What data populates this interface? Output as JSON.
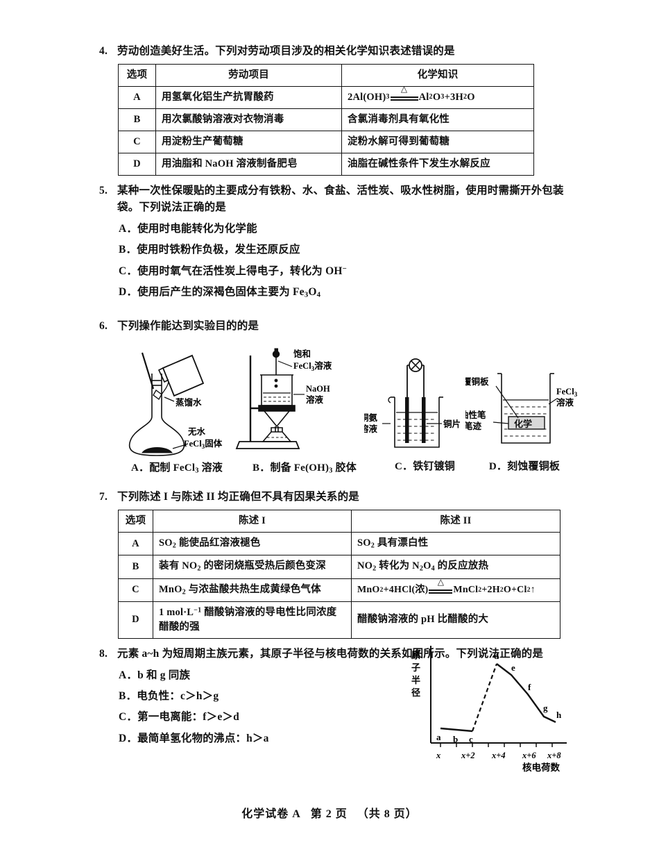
{
  "page": {
    "footer_label": "化学试卷 A",
    "footer_page": "第 2 页",
    "footer_total": "（共 8 页）"
  },
  "q4": {
    "number": "4.",
    "stem": "劳动创造美好生活。下列对劳动项目涉及的相关化学知识表述错误的是",
    "headers": [
      "选项",
      "劳动项目",
      "化学知识"
    ],
    "rows": [
      {
        "option": "A",
        "project": "用氢氧化铝生产抗胃酸药",
        "knowledge_pre": "2Al(OH)",
        "knowledge_pre_sub": "3",
        "knowledge_post": "Al",
        "knowledge_post_sub1": "2",
        "knowledge_post_mid": "O",
        "knowledge_post_sub2": "3",
        "knowledge_post_tail": "+3H",
        "knowledge_post_sub3": "2",
        "knowledge_post_end": "O",
        "delta": "△"
      },
      {
        "option": "B",
        "project": "用次氯酸钠溶液对衣物消毒",
        "knowledge": "含氯消毒剂具有氧化性"
      },
      {
        "option": "C",
        "project": "用淀粉生产葡萄糖",
        "knowledge": "淀粉水解可得到葡萄糖"
      },
      {
        "option": "D",
        "project": "用油脂和 NaOH 溶液制备肥皂",
        "knowledge": "油脂在碱性条件下发生水解反应"
      }
    ]
  },
  "q5": {
    "number": "5.",
    "stem": "某种一次性保暖贴的主要成分有铁粉、水、食盐、活性炭、吸水性树脂，使用时需撕开外包装袋。下列说法正确的是",
    "options": [
      "A．使用时电能转化为化学能",
      "B．使用时铁粉作负极，发生还原反应",
      "C．使用时氧气在活性炭上得电子，转化为 OH⁻",
      "D．使用后产生的深褐色固体主要为 Fe₃O₄"
    ],
    "option_c_prefix": "C．使用时氧气在活性炭上得电子，转化为 OH",
    "option_c_sup": "−",
    "option_d_prefix": "D．使用后产生的深褐色固体主要为 Fe",
    "option_d_sub1": "3",
    "option_d_mid": "O",
    "option_d_sub2": "4"
  },
  "q6": {
    "number": "6.",
    "stem": "下列操作能达到实验目的的是",
    "figures": [
      {
        "caption_letter": "A．",
        "caption_pre": "配制 FeCl",
        "caption_sub": "3",
        "caption_post": " 溶液",
        "labels": {
          "water": "蒸馏水",
          "solid_line1": "无水",
          "solid_line2_pre": "FeCl",
          "solid_line2_sub": "3",
          "solid_line2_post": "固体"
        }
      },
      {
        "caption_letter": "B．",
        "caption_pre": "制备 Fe(OH)",
        "caption_sub": "3",
        "caption_post": " 胶体",
        "labels": {
          "sat_line1": "饱和",
          "sat_line2_pre": "FeCl",
          "sat_line2_sub": "3",
          "sat_line2_post": "溶液",
          "naoh_line1": "NaOH",
          "naoh_line2": "溶液"
        }
      },
      {
        "caption_letter": "C．",
        "caption_pre": "铁钉镀铜",
        "caption_sub": "",
        "caption_post": "",
        "labels": {
          "left_line1": "铜氨",
          "left_line2": "溶液",
          "right": "铜片"
        }
      },
      {
        "caption_letter": "D．",
        "caption_pre": "刻蚀覆铜板",
        "caption_sub": "",
        "caption_post": "",
        "labels": {
          "board": "覆铜板",
          "pen_line1": "油性笔",
          "pen_line2": "笔迹",
          "sol_line1_pre": "FeCl",
          "sol_line1_sub": "3",
          "sol_line2": "溶液",
          "mark_text": "化学"
        }
      }
    ]
  },
  "q7": {
    "number": "7.",
    "stem": "下列陈述 I 与陈述 II 均正确但不具有因果关系的是",
    "headers": [
      "选项",
      "陈述 I",
      "陈述 II"
    ],
    "rows": [
      {
        "option": "A",
        "s1_pre": "SO",
        "s1_sub": "2",
        "s1_post": " 能使品红溶液褪色",
        "s2_pre": "SO",
        "s2_sub": "2",
        "s2_post": " 具有漂白性"
      },
      {
        "option": "B",
        "s1_pre": "装有 NO",
        "s1_sub": "2",
        "s1_post": " 的密闭烧瓶受热后颜色变深",
        "s2_pre": "NO",
        "s2_sub": "2",
        "s2_mid": " 转化为 N",
        "s2_sub2": "2",
        "s2_mid2": "O",
        "s2_sub3": "4",
        "s2_post": " 的反应放热"
      },
      {
        "option": "C",
        "s1_pre": "MnO",
        "s1_sub": "2",
        "s1_post": " 与浓盐酸共热生成黄绿色气体",
        "s2_equation": "MnO2+4HCl(浓)=MnCl2+2H2O+Cl2↑",
        "delta": "△"
      },
      {
        "option": "D",
        "s1_line1_pre": "1 mol·L",
        "s1_line1_sup": "−1",
        "s1_line1_post": " 醋酸钠溶液的导电性比同浓度",
        "s1_line2": "醋酸的强",
        "s2": "醋酸钠溶液的 pH 比醋酸的大"
      }
    ]
  },
  "q8": {
    "number": "8.",
    "stem": "元素 a~h 为短周期主族元素，其原子半径与核电荷数的关系如图所示。下列说法正确的是",
    "options": [
      "A．b 和 g 同族",
      "B．电负性：c＞h＞g",
      "C．第一电离能：f＞e＞d",
      "D．最简单氢化物的沸点：h＞a"
    ]
  },
  "chart_data": {
    "type": "line",
    "title": "",
    "xlabel": "核电荷数",
    "ylabel": "原子半径",
    "ylabel_chars": [
      "原",
      "子",
      "半",
      "径"
    ],
    "xtick_labels": [
      "x",
      "x+2",
      "x+4",
      "x+6",
      "x+8"
    ],
    "xtick_values": [
      0,
      2,
      4,
      6,
      8
    ],
    "point_labels": [
      "a",
      "b",
      "c",
      "d",
      "e",
      "f",
      "g",
      "h"
    ],
    "x": [
      0.3,
      1.1,
      2.0,
      3.6,
      4.5,
      5.6,
      6.7,
      7.7
    ],
    "y": [
      0.2,
      0.19,
      0.18,
      0.88,
      0.78,
      0.6,
      0.41,
      0.36
    ],
    "dashed_segment": [
      2,
      3
    ],
    "grid": false,
    "legend": "none",
    "axis_arrow": false
  }
}
